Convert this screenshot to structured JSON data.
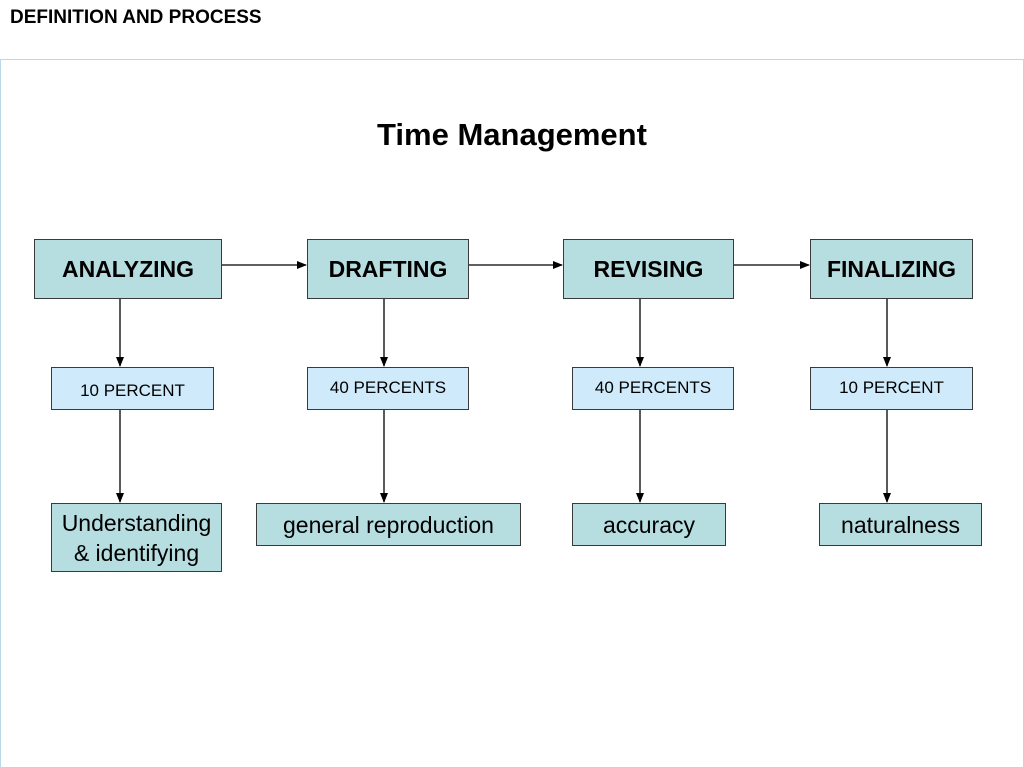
{
  "header": {
    "title": "DEFINITION AND PROCESS"
  },
  "diagram": {
    "title": "Time Management",
    "stages": [
      {
        "label": "ANALYZING",
        "percent": "10 PERCENT",
        "description": "Understanding\n& identifying"
      },
      {
        "label": "DRAFTING",
        "percent": "40 PERCENTS",
        "description": "general reproduction"
      },
      {
        "label": "REVISING",
        "percent": "40 PERCENTS",
        "description": "accuracy"
      },
      {
        "label": "FINALIZING",
        "percent": "10 PERCENT",
        "description": "naturalness"
      }
    ]
  },
  "colors": {
    "stage_fill": "#b6dde0",
    "percent_fill": "#cfeafa",
    "frame_border": "#b9d9ea"
  }
}
